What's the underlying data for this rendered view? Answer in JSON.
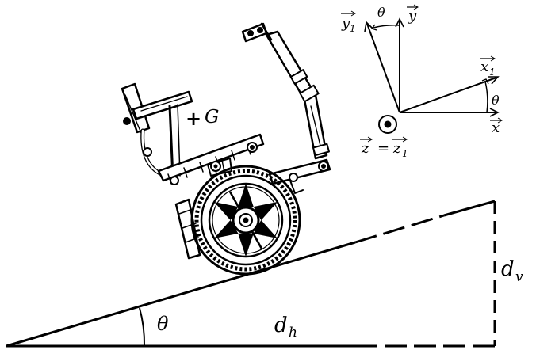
{
  "labels": {
    "center_of_gravity": "G",
    "cog_marker": "+",
    "slope_angle": "θ",
    "horizontal_distance_base": "d",
    "horizontal_distance_sub": "h",
    "vertical_distance_base": "d",
    "vertical_distance_sub": "v"
  },
  "axes": {
    "angle": "θ",
    "x": "x",
    "y": "y",
    "x1_base": "x",
    "x1_sub": "1",
    "y1_base": "y",
    "y1_sub": "1",
    "z_base": "z",
    "equals": "=",
    "z1_base": "z",
    "z1_sub": "1"
  },
  "colors": {
    "ink": "#000000",
    "paper": "#ffffff"
  }
}
